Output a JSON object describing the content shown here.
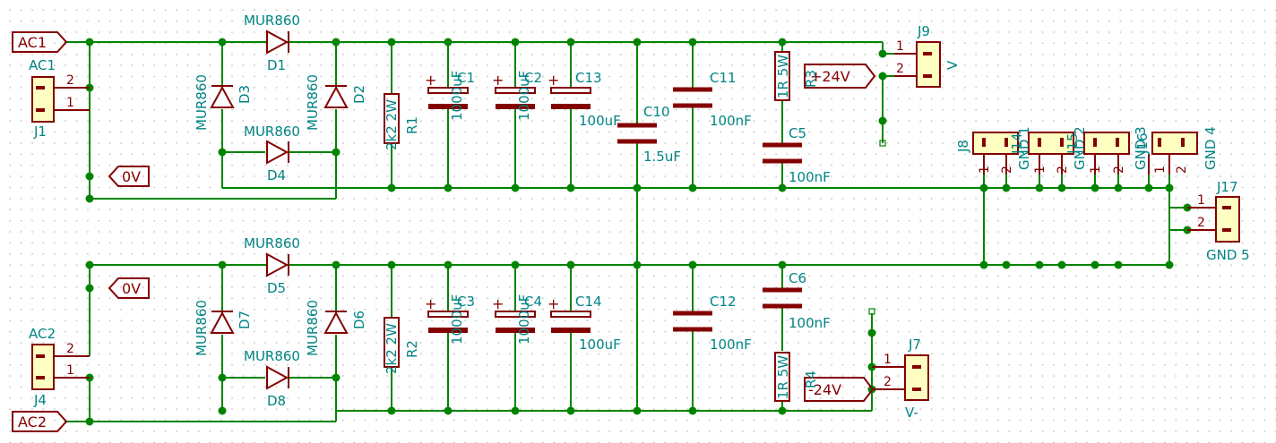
{
  "nets": {
    "ac1": "AC1",
    "ac2": "AC2",
    "zero_top": "0V",
    "zero_bottom": "0V",
    "pos": "+24V",
    "neg": "-24V"
  },
  "connectors": {
    "j1": {
      "ref": "J1",
      "value": "AC1"
    },
    "j4": {
      "ref": "J4",
      "value": "AC2"
    },
    "j9": {
      "ref": "J9",
      "value": "V"
    },
    "j7": {
      "ref": "J7",
      "value": "V-"
    },
    "j8": {
      "ref": "J8",
      "value": "GND 1"
    },
    "j14": {
      "ref": "J14",
      "value": "GND 2"
    },
    "j15": {
      "ref": "J15",
      "value": "GND 3"
    },
    "j16": {
      "ref": "J16",
      "value": "GND 4"
    },
    "j17": {
      "ref": "J17",
      "value": "GND 5"
    }
  },
  "pins": {
    "p1": "1",
    "p2": "2"
  },
  "diodes": {
    "d1": {
      "ref": "D1",
      "value": "MUR860"
    },
    "d2": {
      "ref": "D2",
      "value": "MUR860"
    },
    "d3": {
      "ref": "D3",
      "value": "MUR860"
    },
    "d4": {
      "ref": "D4",
      "value": "MUR860"
    },
    "d5": {
      "ref": "D5",
      "value": "MUR860"
    },
    "d6": {
      "ref": "D6",
      "value": "MUR860"
    },
    "d7": {
      "ref": "D7",
      "value": "MUR860"
    },
    "d8": {
      "ref": "D8",
      "value": "MUR860"
    }
  },
  "resistors": {
    "r1": {
      "ref": "R1",
      "value": "2k2 2W"
    },
    "r2": {
      "ref": "R2",
      "value": "2k2 2W"
    },
    "r3": {
      "ref": "R3",
      "value": "1R 5W"
    },
    "r4": {
      "ref": "R4",
      "value": "1R 5W"
    }
  },
  "capacitors": {
    "c1": {
      "ref": "C1",
      "value": "1000uF"
    },
    "c2": {
      "ref": "C2",
      "value": "1000uF"
    },
    "c3": {
      "ref": "C3",
      "value": "1000uF"
    },
    "c4": {
      "ref": "C4",
      "value": "1000uF"
    },
    "c13": {
      "ref": "C13",
      "value": "100uF"
    },
    "c14": {
      "ref": "C14",
      "value": "100uF"
    },
    "c10": {
      "ref": "C10",
      "value": "1.5uF"
    },
    "c11": {
      "ref": "C11",
      "value": "100nF"
    },
    "c12": {
      "ref": "C12",
      "value": "100nF"
    },
    "c5": {
      "ref": "C5",
      "value": "100nF"
    },
    "c6": {
      "ref": "C6",
      "value": "100nF"
    }
  },
  "plus_sign": "+",
  "colors": {
    "wire": "#008400",
    "body": "#840000",
    "text": "#008484",
    "fill": "#ffffc2"
  }
}
